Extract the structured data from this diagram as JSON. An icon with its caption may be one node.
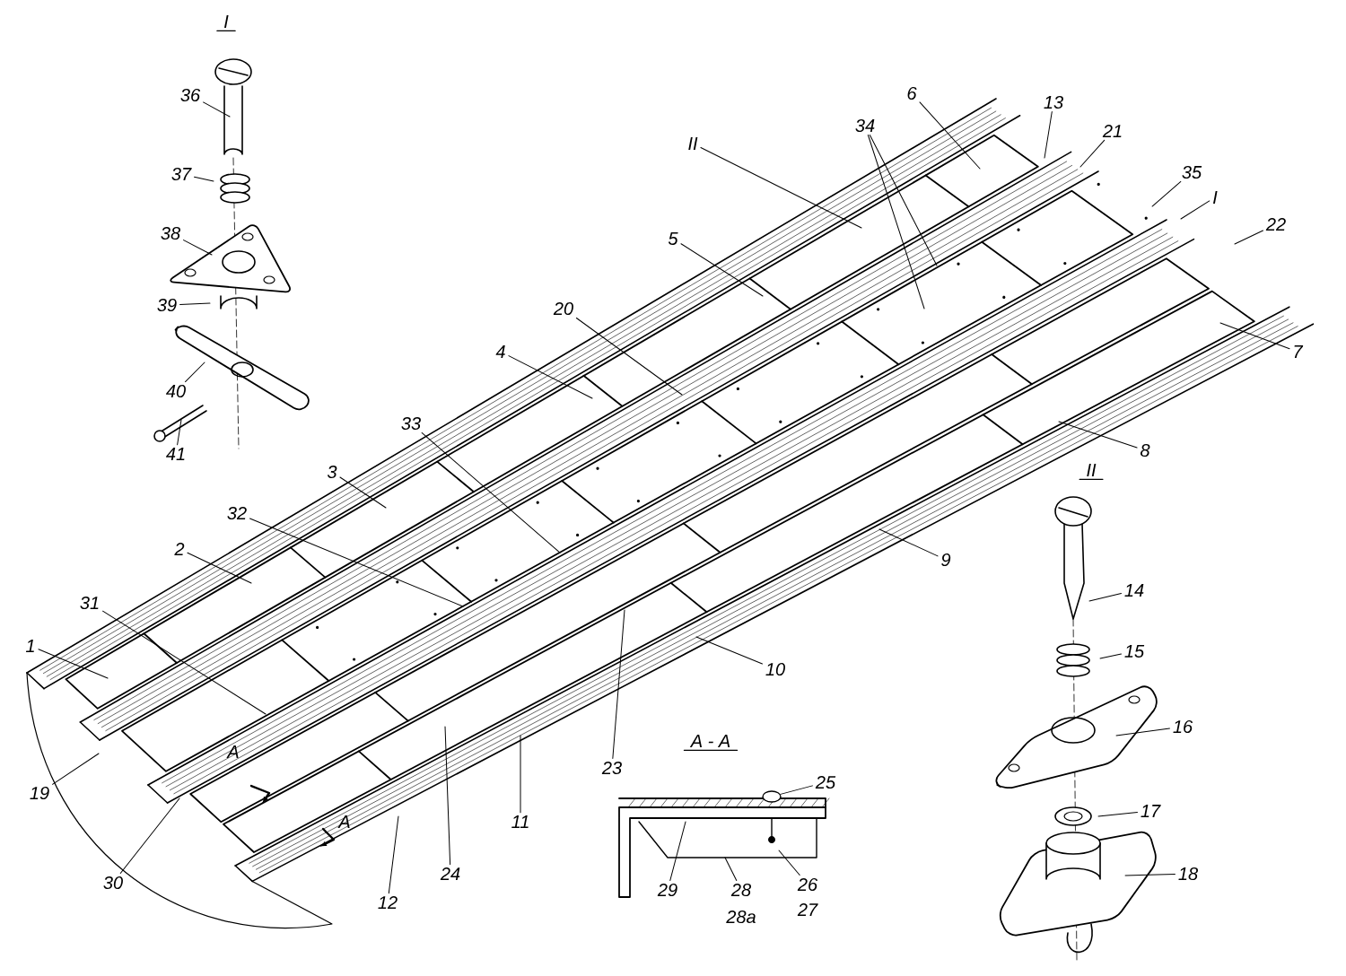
{
  "diagram": {
    "nodes": [
      {
        "text": [
          "36"
        ]
      },
      {
        "text": [
          "37"
        ]
      },
      {
        "text": [
          "38"
        ]
      },
      {
        "text": [
          "39"
        ]
      },
      {
        "text": [
          "40"
        ]
      },
      {
        "text": [
          "41"
        ]
      },
      {
        "text": [
          "6"
        ]
      },
      {
        "text": [
          "13"
        ]
      },
      {
        "text": [
          "34"
        ]
      },
      {
        "text": [
          "21"
        ]
      },
      {
        "text": [
          "II"
        ]
      },
      {
        "text": [
          "35"
        ]
      },
      {
        "text": [
          "I"
        ]
      },
      {
        "text": [
          "22"
        ]
      },
      {
        "text": [
          "5"
        ]
      },
      {
        "text": [
          "20"
        ]
      },
      {
        "text": [
          "4"
        ]
      },
      {
        "text": [
          "7"
        ]
      },
      {
        "text": [
          "33"
        ]
      },
      {
        "text": [
          "8"
        ]
      },
      {
        "text": [
          "3"
        ]
      },
      {
        "text": [
          "32"
        ]
      },
      {
        "text": [
          "2"
        ]
      },
      {
        "text": [
          "9"
        ]
      },
      {
        "text": [
          "14"
        ]
      },
      {
        "text": [
          "31"
        ]
      },
      {
        "text": [
          "1"
        ]
      },
      {
        "text": [
          "15"
        ]
      },
      {
        "text": [
          "10"
        ]
      },
      {
        "text": [
          "16"
        ]
      },
      {
        "text": [
          "23"
        ]
      },
      {
        "text": [
          "25"
        ]
      },
      {
        "text": [
          "19"
        ]
      },
      {
        "text": [
          "17"
        ]
      },
      {
        "text": [
          "11"
        ]
      },
      {
        "text": [
          "24"
        ]
      },
      {
        "text": [
          "18"
        ]
      },
      {
        "text": [
          "30"
        ]
      },
      {
        "text": [
          "26"
        ]
      },
      {
        "text": [
          "28"
        ]
      },
      {
        "text": [
          "29"
        ]
      },
      {
        "text": [
          "12"
        ]
      },
      {
        "text": [],
        "shape": "circle"
      }
    ],
    "edges": [
      {
        "from": 0,
        "to": null,
        "arrow": "none"
      },
      {
        "from": 1,
        "to": null,
        "arrow": "none"
      },
      {
        "from": 2,
        "to": null,
        "arrow": "none"
      },
      {
        "from": 3,
        "to": null,
        "arrow": "none"
      },
      {
        "from": 4,
        "to": null,
        "arrow": "none"
      },
      {
        "from": 5,
        "to": null,
        "arrow": "none"
      },
      {
        "from": 6,
        "to": null,
        "arrow": "none"
      },
      {
        "from": 7,
        "to": null,
        "arrow": "none"
      },
      {
        "from": 8,
        "to": null,
        "arrow": "none"
      },
      {
        "from": 8,
        "to": null,
        "arrow": "none"
      },
      {
        "from": 9,
        "to": null,
        "arrow": "none"
      },
      {
        "from": 10,
        "to": null,
        "arrow": "none"
      },
      {
        "from": 11,
        "to": null,
        "arrow": "none"
      },
      {
        "from": 12,
        "to": null,
        "arrow": "none"
      },
      {
        "from": 13,
        "to": null,
        "arrow": "none"
      },
      {
        "from": 14,
        "to": null,
        "arrow": "none"
      },
      {
        "from": 15,
        "to": null,
        "arrow": "none"
      },
      {
        "from": 16,
        "to": null,
        "arrow": "none"
      },
      {
        "from": 17,
        "to": null,
        "arrow": "none"
      },
      {
        "from": 18,
        "to": null,
        "arrow": "none"
      },
      {
        "from": 19,
        "to": null,
        "arrow": "none"
      },
      {
        "from": 20,
        "to": null,
        "arrow": "none"
      },
      {
        "from": 21,
        "to": null,
        "arrow": "none"
      },
      {
        "from": 22,
        "to": null,
        "arrow": "none"
      },
      {
        "from": 23,
        "to": null,
        "arrow": "none"
      },
      {
        "from": 24,
        "to": null,
        "arrow": "none"
      },
      {
        "from": 25,
        "to": null,
        "arrow": "none"
      },
      {
        "from": 26,
        "to": null,
        "arrow": "none"
      },
      {
        "from": 27,
        "to": null,
        "arrow": "none"
      },
      {
        "from": 28,
        "to": null,
        "arrow": "none"
      },
      {
        "from": 29,
        "to": null,
        "arrow": "none"
      },
      {
        "from": 30,
        "to": null,
        "arrow": "none"
      },
      {
        "from": 31,
        "to": 42,
        "arrow": "none"
      },
      {
        "from": 32,
        "to": null,
        "arrow": "none"
      },
      {
        "from": 33,
        "to": null,
        "arrow": "none"
      },
      {
        "from": 34,
        "to": null,
        "arrow": "none"
      },
      {
        "from": 35,
        "to": null,
        "arrow": "none"
      },
      {
        "from": 36,
        "to": null,
        "arrow": "none"
      },
      {
        "from": 37,
        "to": null,
        "arrow": "none"
      },
      {
        "from": 38,
        "to": null,
        "arrow": "none"
      },
      {
        "from": 39,
        "to": null,
        "arrow": "none"
      },
      {
        "from": 40,
        "to": null,
        "arrow": "none"
      },
      {
        "from": 41,
        "to": null,
        "arrow": "none"
      }
    ],
    "labels": [
      "I",
      "II",
      "A - A",
      "A",
      "A",
      "27",
      "28a"
    ]
  }
}
